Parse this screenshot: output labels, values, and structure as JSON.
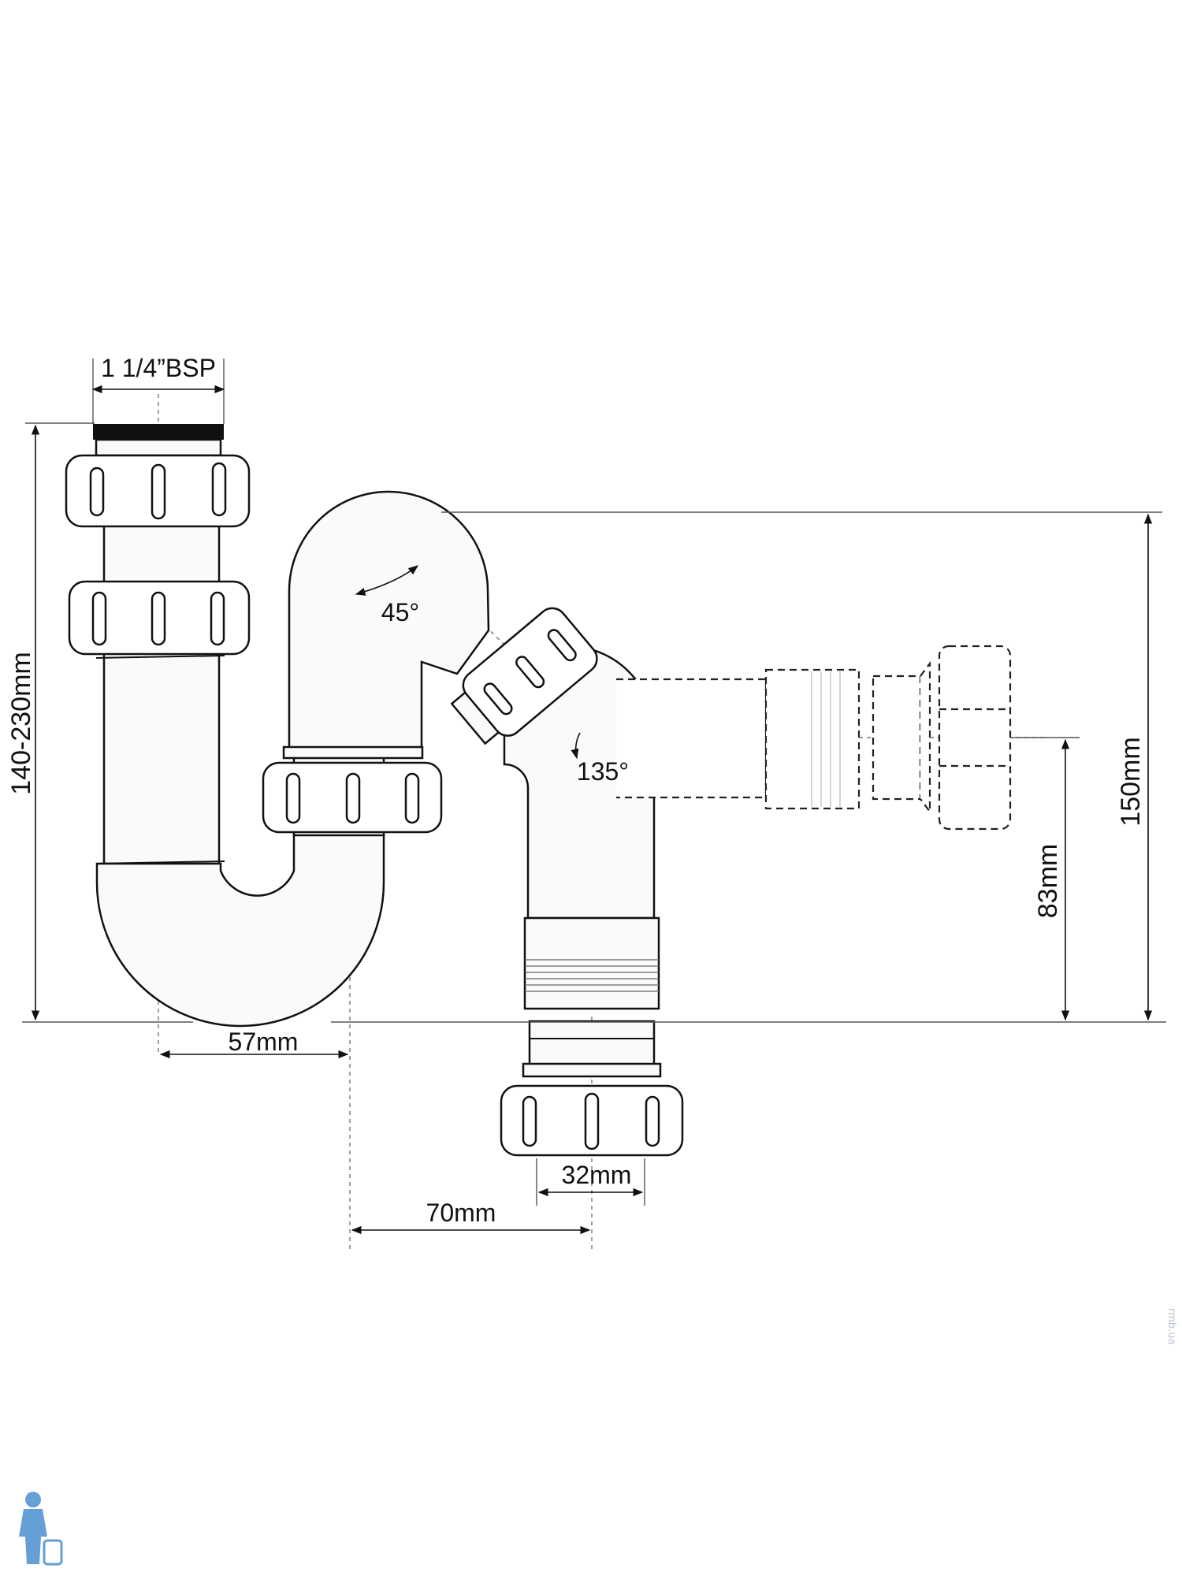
{
  "diagram": {
    "labels": {
      "thread_size": "1 1/4”BSP",
      "height_range": "140-230mm",
      "height_total": "150mm",
      "height_outlet": "83mm",
      "offset_left": "57mm",
      "offset_right": "70mm",
      "outlet_diameter": "32mm",
      "angle_top": "45°",
      "angle_bottom": "135°"
    },
    "watermark": "rmb.ua"
  },
  "colors": {
    "line": "#111111",
    "dimension_line": "#555555",
    "center_line": "#777777",
    "background": "#ffffff",
    "logo": "#4a8fd0"
  }
}
